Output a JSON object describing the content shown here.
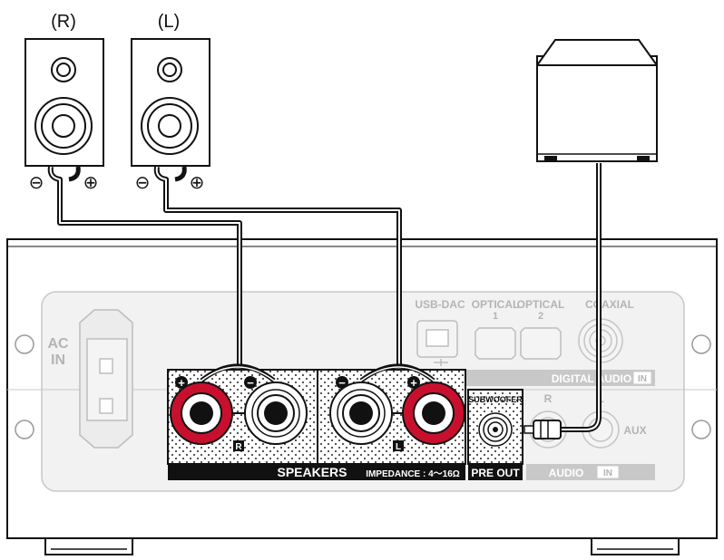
{
  "speakers": {
    "right_label": "(R)",
    "left_label": "(L)",
    "minus_symbol": "⊖",
    "plus_symbol": "⊕"
  },
  "unit": {
    "ac_in_line1": "AC",
    "ac_in_line2": "IN",
    "usb_dac": "USB-DAC",
    "optical_1_line1": "OPTICAL",
    "optical_1_line2": "1",
    "optical_2_line1": "OPTICAL",
    "optical_2_line2": "2",
    "coaxial": "COAXIAL",
    "digital_audio": "DIGITAL AUDIO",
    "in_badge": "IN",
    "speakers_title": "SPEAKERS",
    "impedance": "IMPEDANCE : 4～16Ω",
    "terminal_r": "R",
    "terminal_l": "L",
    "subwoofer": "SUBWOOFER",
    "pre_out": "PRE OUT",
    "audio": "AUDIO",
    "audio_in_badge": "IN",
    "aux": "AUX",
    "aux_r": "R",
    "aux_l": "L",
    "spk_plus": "+",
    "spk_minus": "−"
  },
  "colors": {
    "red_terminal": "#c8102e",
    "panel_gray": "#dcdcdc",
    "label_gray": "#b4b4b4",
    "black": "#1a1a1a"
  }
}
